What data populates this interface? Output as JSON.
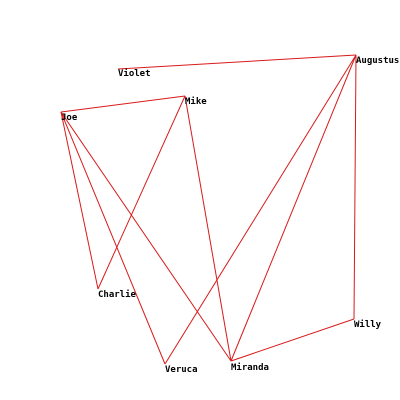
{
  "graph": {
    "edge_color": "#d81a1a",
    "label_color": "#000000",
    "background": "#ffffff",
    "nodes": [
      {
        "id": "violet",
        "label": "Violet"
      },
      {
        "id": "augustus",
        "label": "Augustus"
      },
      {
        "id": "joe",
        "label": "Joe"
      },
      {
        "id": "mike",
        "label": "Mike"
      },
      {
        "id": "charlie",
        "label": "Charlie"
      },
      {
        "id": "willy",
        "label": "Willy"
      },
      {
        "id": "veruca",
        "label": "Veruca"
      },
      {
        "id": "miranda",
        "label": "Miranda"
      }
    ],
    "edges": [
      {
        "from": "violet",
        "to": "augustus"
      },
      {
        "from": "joe",
        "to": "mike"
      },
      {
        "from": "joe",
        "to": "charlie"
      },
      {
        "from": "joe",
        "to": "veruca"
      },
      {
        "from": "joe",
        "to": "miranda"
      },
      {
        "from": "mike",
        "to": "charlie"
      },
      {
        "from": "mike",
        "to": "miranda"
      },
      {
        "from": "augustus",
        "to": "veruca"
      },
      {
        "from": "augustus",
        "to": "miranda"
      },
      {
        "from": "augustus",
        "to": "willy"
      },
      {
        "from": "willy",
        "to": "miranda"
      }
    ]
  }
}
